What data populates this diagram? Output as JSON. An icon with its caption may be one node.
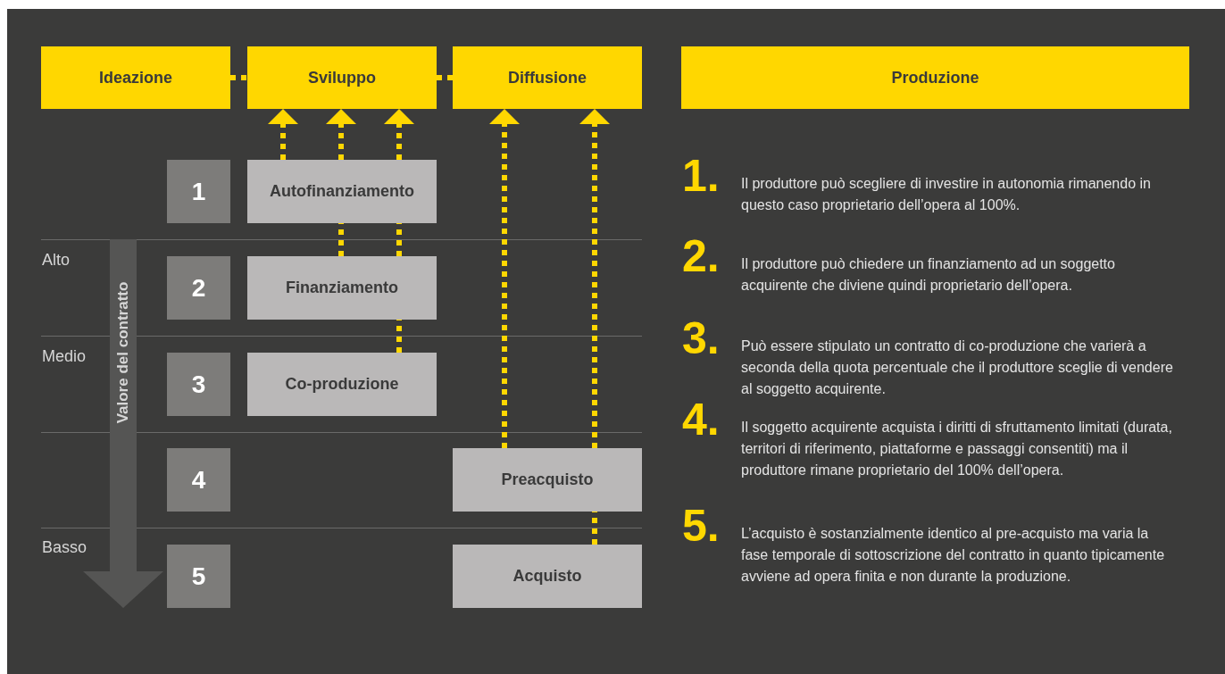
{
  "diagram": {
    "nodes": [
      {
        "text": [
          "Ideazione"
        ]
      },
      {
        "text": [
          "Sviluppo"
        ]
      },
      {
        "text": [
          "Diffusione"
        ]
      },
      {
        "text": [
          "Produzione"
        ]
      },
      {
        "text": [
          "1"
        ]
      },
      {
        "text": [
          "Autofinanziamento"
        ]
      },
      {
        "text": [
          "2"
        ]
      },
      {
        "text": [
          "Finanziamento"
        ]
      },
      {
        "text": [
          "3"
        ]
      },
      {
        "text": [
          "Co-produzione"
        ]
      },
      {
        "text": [
          "4"
        ]
      },
      {
        "text": [
          "Preacquisto"
        ]
      },
      {
        "text": [
          "5"
        ]
      },
      {
        "text": [
          "Acquisto"
        ]
      }
    ],
    "edges": [
      {
        "from": 0,
        "to": 1,
        "arrow": "none",
        "style": "dashed"
      },
      {
        "from": 1,
        "to": 2,
        "arrow": "none",
        "style": "dashed"
      },
      {
        "from": 5,
        "to": 1,
        "arrow": "to",
        "style": "dashed"
      },
      {
        "from": 5,
        "to": 1,
        "arrow": "to",
        "style": "dashed"
      },
      {
        "from": 5,
        "to": 1,
        "arrow": "to",
        "style": "dashed"
      },
      {
        "from": 7,
        "to": 5,
        "arrow": "none",
        "style": "dashed"
      },
      {
        "from": 7,
        "to": 5,
        "arrow": "none",
        "style": "dashed"
      },
      {
        "from": 9,
        "to": 7,
        "arrow": "none",
        "style": "dashed"
      },
      {
        "from": 11,
        "to": 2,
        "arrow": "to",
        "style": "dashed"
      },
      {
        "from": 11,
        "to": 2,
        "arrow": "to",
        "style": "dashed"
      },
      {
        "from": 13,
        "to": 11,
        "arrow": "none",
        "style": "dashed"
      }
    ],
    "labels": [
      "Alto",
      "Medio",
      "Basso",
      "Valore del contratto",
      "1.",
      "Il produttore può scegliere di investire in autonomia rimanendo in questo caso proprietario dell’opera al 100%.",
      "2.",
      "Il produttore può chiedere un finanziamento ad un soggetto acquirente che diviene quindi proprietario dell’opera.",
      "3.",
      "Può essere stipulato un contratto di co-produzione che varierà a seconda della quota percentuale che il produttore sceglie di vendere al soggetto acquirente.",
      "4.",
      "Il soggetto acquirente acquista i diritti di sfruttamento limitati (durata, territori di riferimento, piattaforme e passaggi consentiti) ma il produttore rimane proprietario del 100% dell’opera.",
      "5.",
      "L’acquisto è sostanzialmente identico al pre-acquisto ma varia la fase temporale di sottoscrizione del contratto in quanto tipicamente avviene ad opera finita e non durante la produzione."
    ]
  }
}
